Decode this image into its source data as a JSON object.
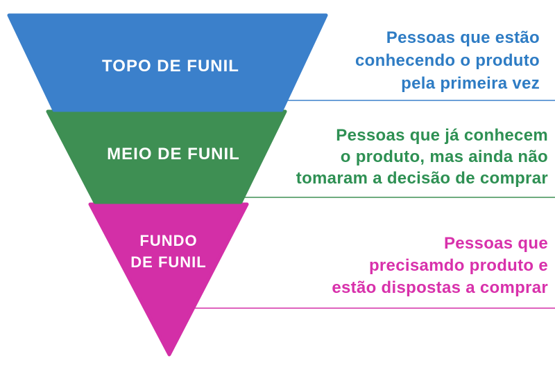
{
  "page": {
    "background_color": "#ffffff",
    "label_text_color": "#ffffff"
  },
  "funnel": {
    "stages": [
      {
        "id": "topo-de-funil",
        "label": "TOPO DE FUNIL",
        "color": "#3b80cb",
        "text_color": "#2e7cc4",
        "description_lines": [
          "Pessoas que estão",
          "conhecendo o produto",
          "pela primeira vez"
        ]
      },
      {
        "id": "meio-de-funil",
        "label": "MEIO DE FUNIL",
        "color": "#3e8f53",
        "text_color": "#2e9053",
        "description_lines": [
          "Pessoas que já conhecem",
          "o produto, mas ainda não",
          "tomaram a decisão de comprar"
        ]
      },
      {
        "id": "fundo-de-funil",
        "label": "FUNDO DE FUNIL",
        "label_lines": [
          "FUNDO",
          "DE FUNIL"
        ],
        "color": "#d32fa7",
        "text_color": "#d831ab",
        "description_lines": [
          "Pessoas que",
          "precisamdo produto e",
          "estão dispostas a comprar"
        ]
      }
    ]
  }
}
